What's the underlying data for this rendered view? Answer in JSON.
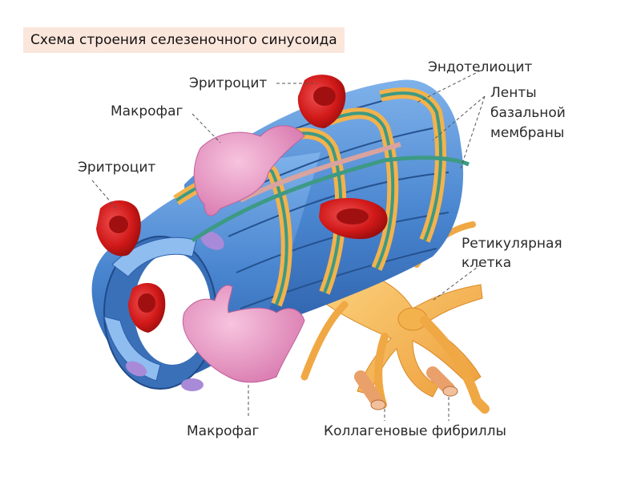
{
  "title": "Схема строения селезеночного синусоида",
  "labels": {
    "erythrocyte_top": "Эритроцит",
    "macrophage_top": "Макрофаг",
    "erythrocyte_left": "Эритроцит",
    "endotheliocyte": "Эндотелиоцит",
    "basal_membrane_line1": "Ленты",
    "basal_membrane_line2": "базальной",
    "basal_membrane_line3": "мембраны",
    "reticular_cell_line1": "Ретикулярная",
    "reticular_cell_line2": "клетка",
    "macrophage_bottom": "Макрофаг",
    "collagen_fibrils": "Коллагеновые фибриллы"
  },
  "colors": {
    "endothelium": "#4a86d0",
    "endothelium_dark": "#2c5ea8",
    "erythrocyte": "#d01818",
    "macrophage": "#e890c0",
    "reticular": "#f5b450",
    "basal_membrane": "#3d9a84",
    "title_bg": "#fbe6dc"
  }
}
